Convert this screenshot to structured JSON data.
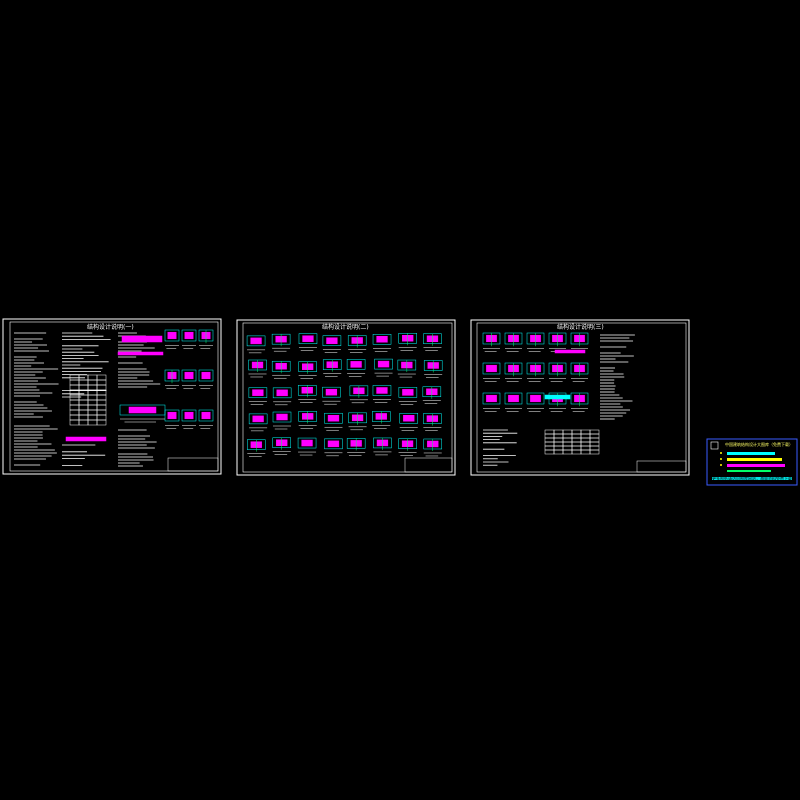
{
  "sheets": [
    {
      "title": "结构设计说明(一)"
    },
    {
      "title": "结构设计说明(二)"
    },
    {
      "title": "结构设计说明(三)"
    }
  ],
  "legend": {
    "header": "中国建筑结构设计大图库（免费下载）",
    "lines": [
      "",
      "",
      ""
    ],
    "footer": "更多图纸请访问图库网站，海量资料免费下载",
    "colors": {
      "border": "#3a5cff",
      "header": "#ffff66",
      "bar1": "#00ffff",
      "bar2": "#ffff00",
      "bar3": "#ff00ff",
      "bar4": "#00ff66",
      "footer": "#00ffff"
    }
  },
  "colors": {
    "background": "#000000",
    "frame": "#ffffff",
    "accent_magenta": "#ff00ff",
    "accent_cyan": "#00ffff",
    "accent_green": "#00ff66",
    "accent_yellow": "#ffff00"
  }
}
